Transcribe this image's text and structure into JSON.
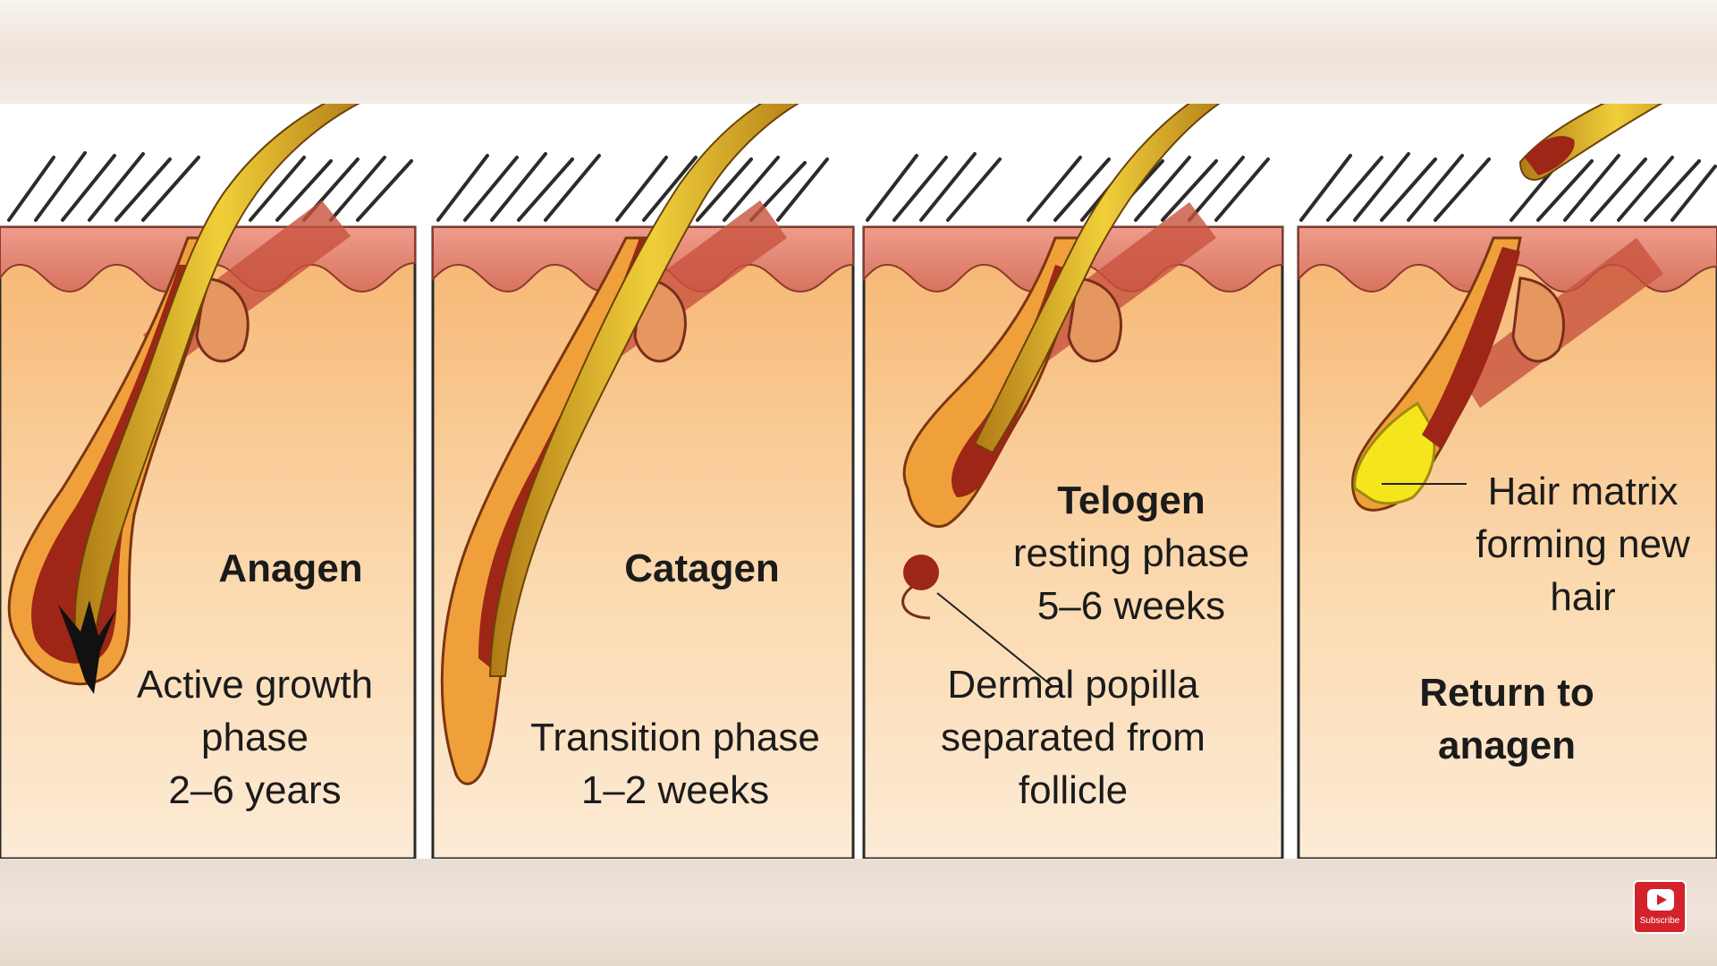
{
  "panels": [
    {
      "title": "Anagen",
      "lines": [
        "Active growth",
        "phase",
        "2–6 years"
      ]
    },
    {
      "title": "Catagen",
      "lines": [
        "Transition phase",
        "1–2 weeks"
      ]
    },
    {
      "title": "Telogen",
      "lines": [
        "resting phase",
        "5–6 weeks"
      ],
      "callout": [
        "Dermal popilla",
        "separated from",
        "follicle"
      ]
    },
    {
      "callout": [
        "Hair matrix",
        "forming new",
        "hair"
      ],
      "title": [
        "Return to",
        "anagen"
      ]
    }
  ],
  "subscribe": {
    "label": "Subscribe",
    "icon": "play-icon"
  },
  "colors": {
    "skin": "#fbdcb2",
    "epidermis": "#e8958a",
    "dermis_edge": "#b5493c",
    "hair": "#e6c02a",
    "follicle": "#f0a03a",
    "root": "#9d2616",
    "matrix": "#f5e51c"
  }
}
